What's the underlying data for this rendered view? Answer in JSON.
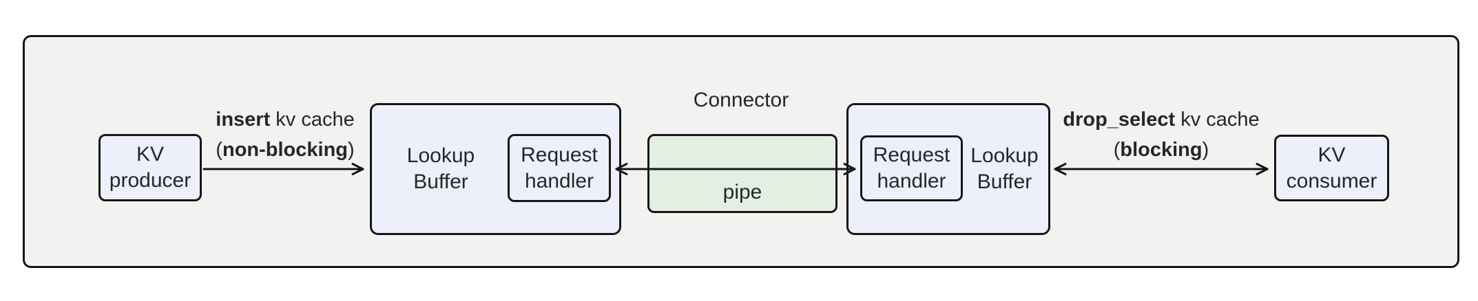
{
  "title": "Connector",
  "nodes": {
    "kv_producer": {
      "lines": [
        "KV",
        "producer"
      ]
    },
    "lookup_buffer_left": {
      "lines": [
        "Lookup",
        "Buffer"
      ]
    },
    "request_handler_left": {
      "lines": [
        "Request",
        "handler"
      ]
    },
    "pipe": {
      "label": "pipe"
    },
    "request_handler_right": {
      "lines": [
        "Request",
        "handler"
      ]
    },
    "lookup_buffer_right": {
      "lines": [
        "Lookup",
        "Buffer"
      ]
    },
    "kv_consumer": {
      "lines": [
        "KV",
        "consumer"
      ]
    }
  },
  "edges": {
    "insert": {
      "line1_bold": "insert",
      "line1_rest": " kv cache",
      "line2_open": "(",
      "line2_bold": "non-blocking",
      "line2_close": ")"
    },
    "drop_select": {
      "line1_bold": "drop_select",
      "line1_rest": " kv cache",
      "line2_open": "(",
      "line2_bold": "blocking",
      "line2_close": ")"
    }
  },
  "colors": {
    "canvas_bg": "#ffffff",
    "frame_fill": "#f2f2f1",
    "node_fill": "#edf0fa",
    "pipe_fill": "#e2efe2",
    "stroke": "#161616",
    "text": "#262626"
  }
}
